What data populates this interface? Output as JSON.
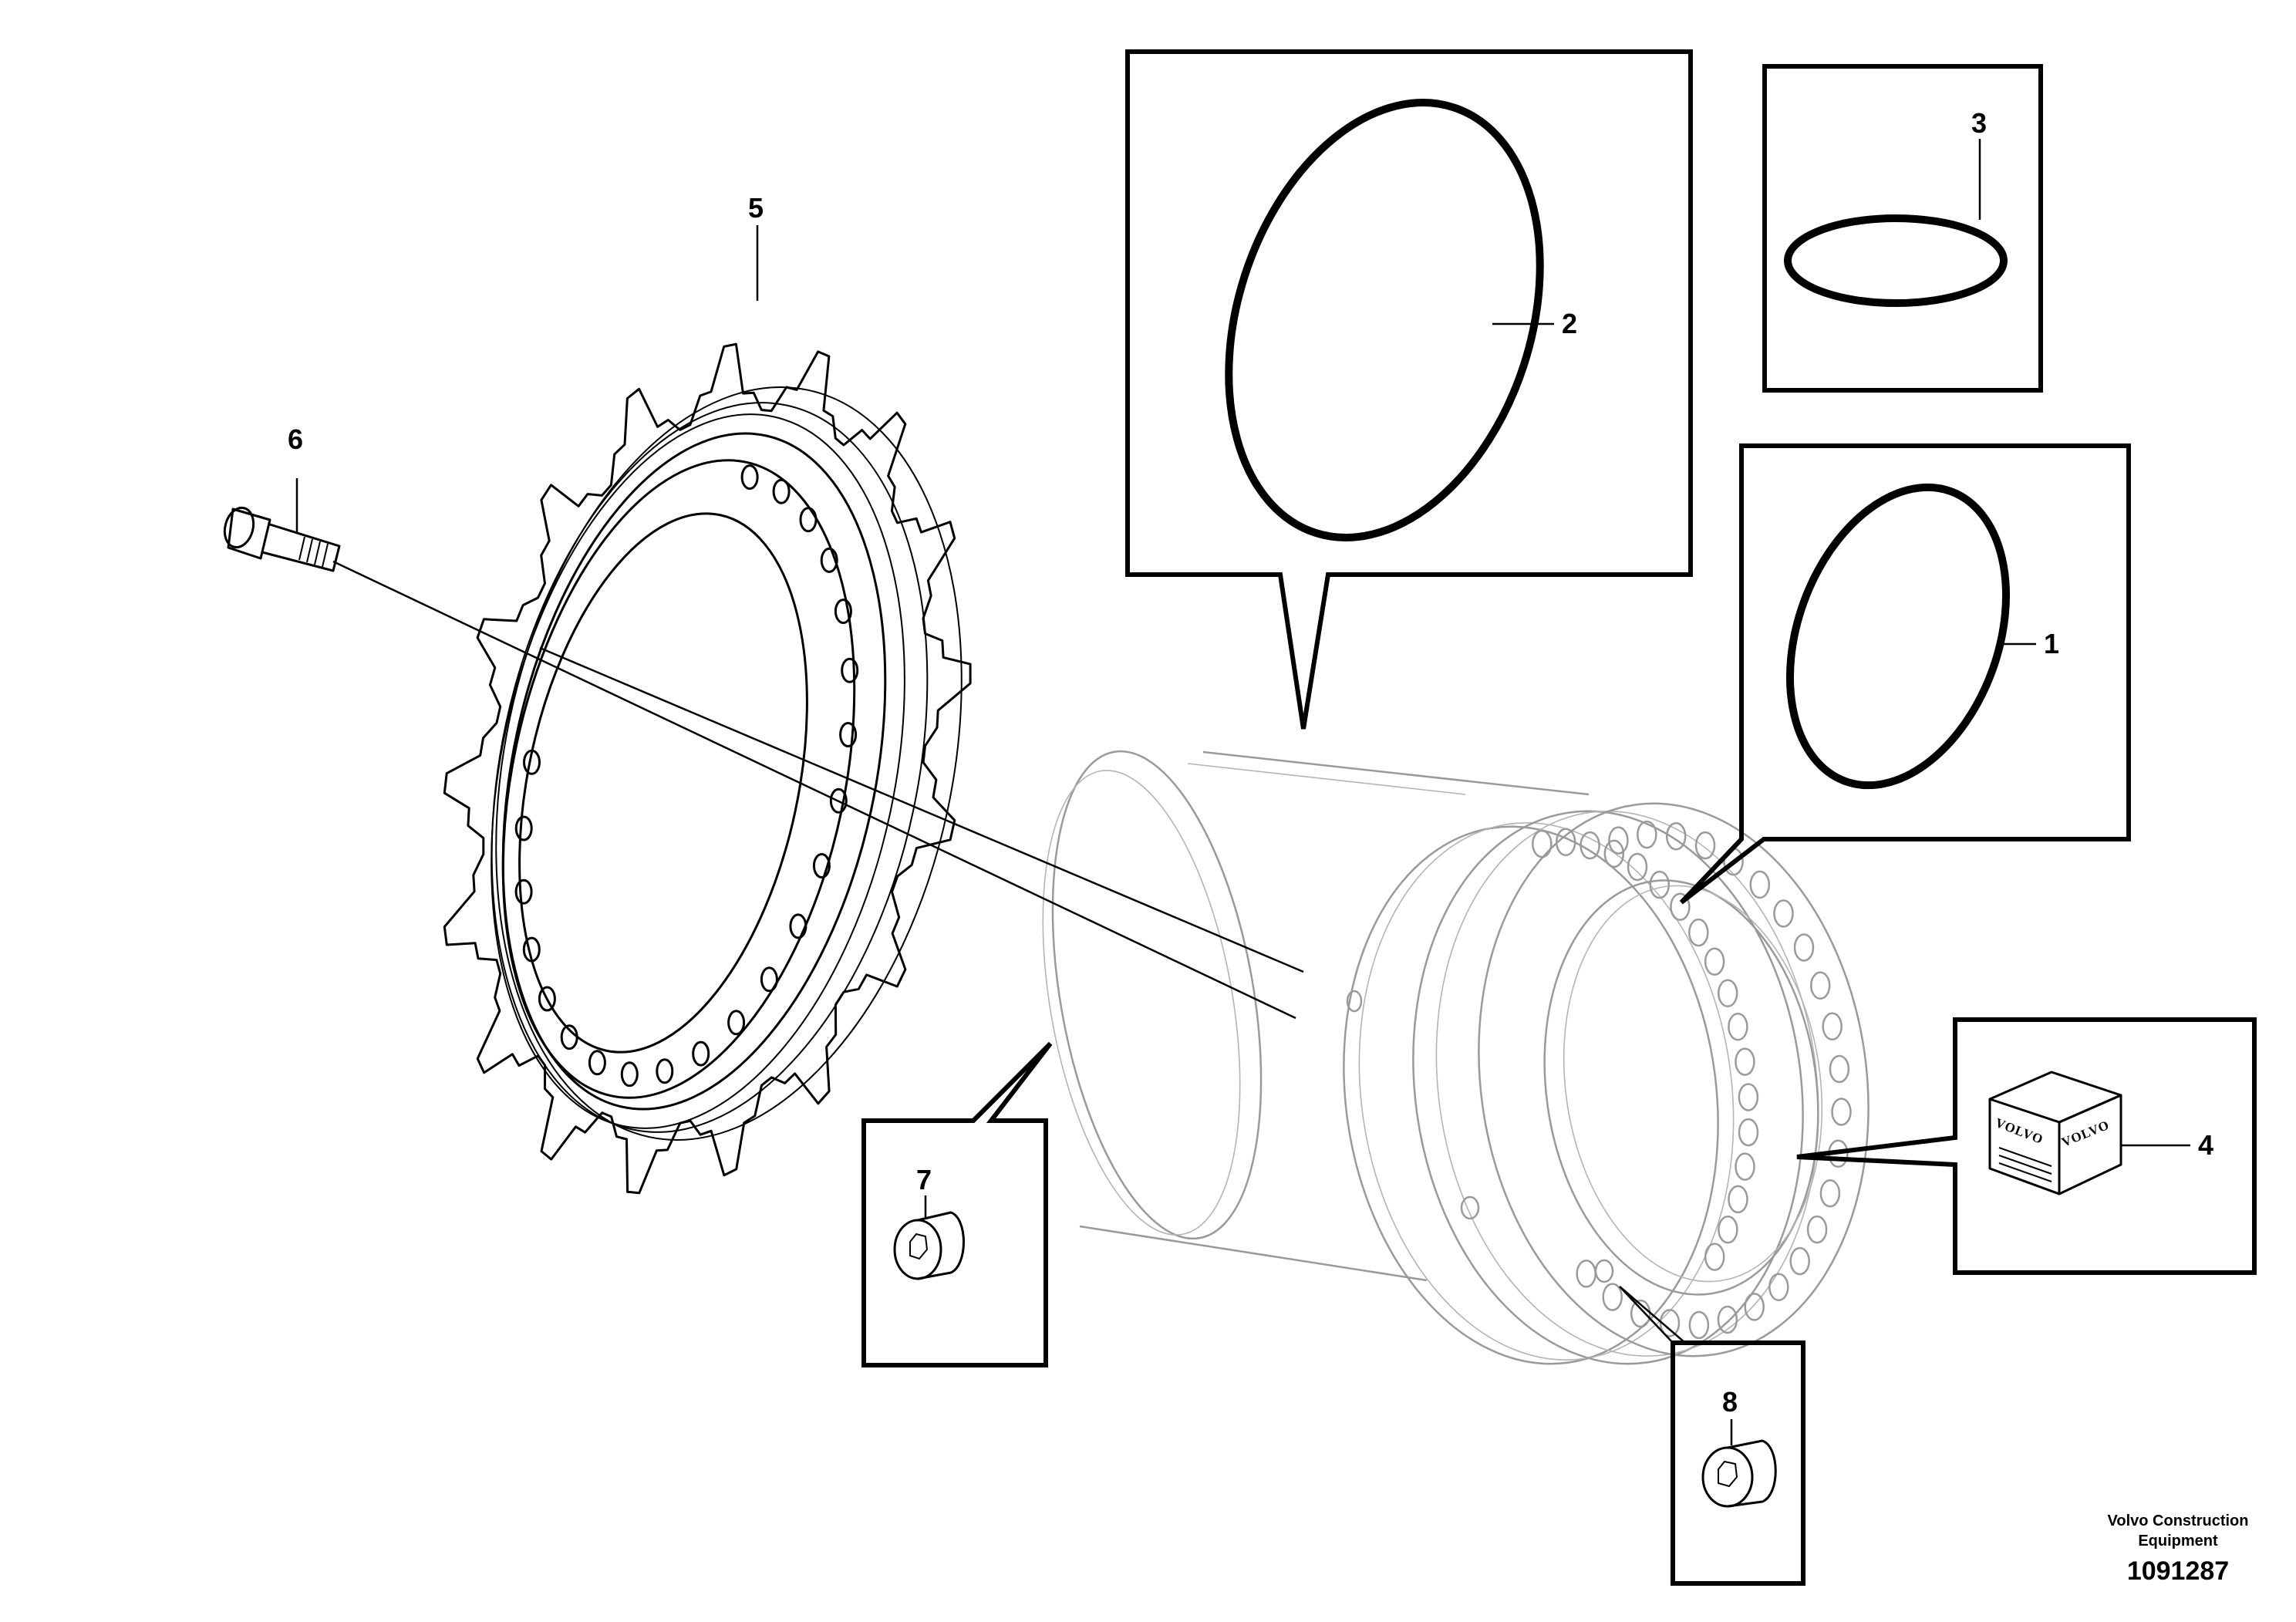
{
  "callouts": [
    {
      "id": "1",
      "label": "1"
    },
    {
      "id": "2",
      "label": "2"
    },
    {
      "id": "3",
      "label": "3"
    },
    {
      "id": "4",
      "label": "4"
    },
    {
      "id": "5",
      "label": "5"
    },
    {
      "id": "6",
      "label": "6"
    },
    {
      "id": "7",
      "label": "7"
    },
    {
      "id": "8",
      "label": "8"
    }
  ],
  "package_brand": "VOLVO",
  "footer": {
    "company_line1": "Volvo Construction",
    "company_line2": "Equipment",
    "drawing_number": "1091287"
  },
  "colors": {
    "ink": "#000000",
    "ghost_part": "#9a9a9a",
    "background": "#ffffff"
  }
}
